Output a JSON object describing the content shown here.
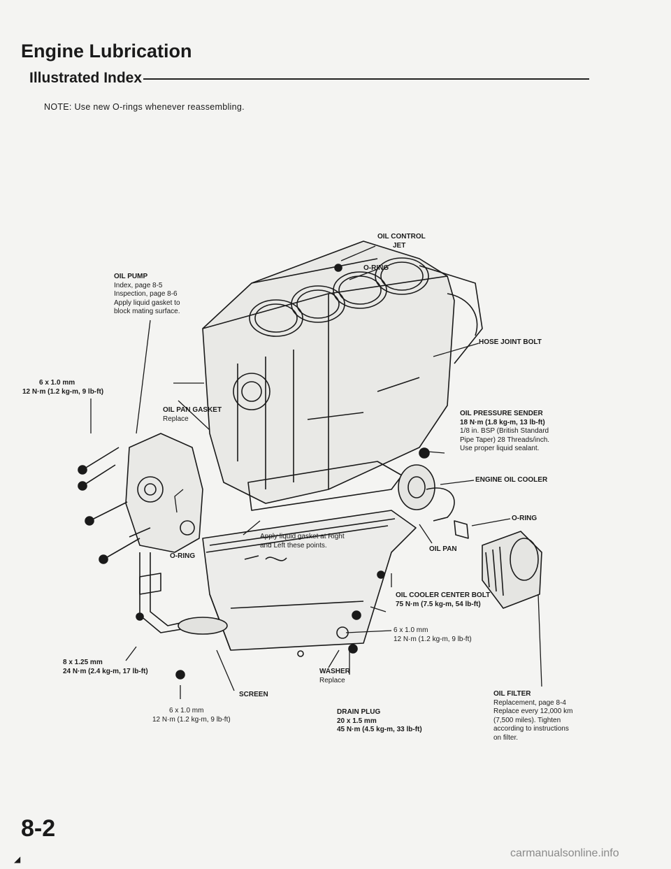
{
  "header": {
    "title": "Engine Lubrication",
    "subtitle": "Illustrated Index",
    "note": "NOTE:   Use new O-rings whenever reassembling."
  },
  "labels": {
    "oil_control_jet": [
      "OIL CONTROL",
      "JET"
    ],
    "o_ring_top": "O-RING",
    "oil_pump": {
      "heading": "OIL PUMP",
      "lines": [
        "Index, page 8-5",
        "Inspection, page 8-6",
        "Apply liquid gasket to",
        "block mating surface."
      ]
    },
    "hose_joint_bolt": "HOSE JOINT BOLT",
    "pump_bolt_spec": [
      "6 x 1.0 mm",
      "12 N·m (1.2 kg-m, 9 lb-ft)"
    ],
    "oil_pan_gasket": {
      "heading": "OIL PAN GASKET",
      "lines": [
        "Replace"
      ]
    },
    "oil_pressure_sender": {
      "heading": "OIL PRESSURE SENDER",
      "lines": [
        "18 N·m (1.8 kg-m, 13 lb-ft)",
        "1/8 in. BSP (British Standard",
        "Pipe Taper) 28 Threads/inch.",
        "Use proper liquid sealant."
      ]
    },
    "engine_oil_cooler": "ENGINE OIL COOLER",
    "o_ring_right": "O-RING",
    "liquid_gasket_note": [
      "Apply liquid gasket at Right",
      "and Left these points."
    ],
    "o_ring_left": "O-RING",
    "oil_pan": "OIL PAN",
    "oil_cooler_center_bolt": {
      "heading": "OIL COOLER CENTER BOLT",
      "lines": [
        "75 N·m (7.5 kg-m, 54 lb-ft)"
      ]
    },
    "pan_bolt_spec": [
      "6 x 1.0 mm",
      "12 N·m (1.2 kg-m, 9 lb-ft)"
    ],
    "pickup_bolt_spec": [
      "8 x 1.25 mm",
      "24 N·m (2.4 kg-m, 17 lb-ft)"
    ],
    "washer": {
      "heading": "WASHER",
      "lines": [
        "Replace"
      ]
    },
    "screen": "SCREEN",
    "screen_bolt_spec": [
      "6 x 1.0 mm",
      "12 N·m (1.2 kg-m, 9 lb-ft)"
    ],
    "drain_plug": {
      "heading": "DRAIN PLUG",
      "lines": [
        "20 x 1.5 mm",
        "45 N·m (4.5 kg-m, 33 lb-ft)"
      ]
    },
    "oil_filter": {
      "heading": "OIL FILTER",
      "lines": [
        "Replacement, page 8-4",
        "Replace every 12,000 km",
        "(7,500  miles).  Tighten",
        "according  to  instructions",
        "on filter."
      ]
    }
  },
  "page_number": "8-2",
  "watermark": "carmanualsonline.info"
}
